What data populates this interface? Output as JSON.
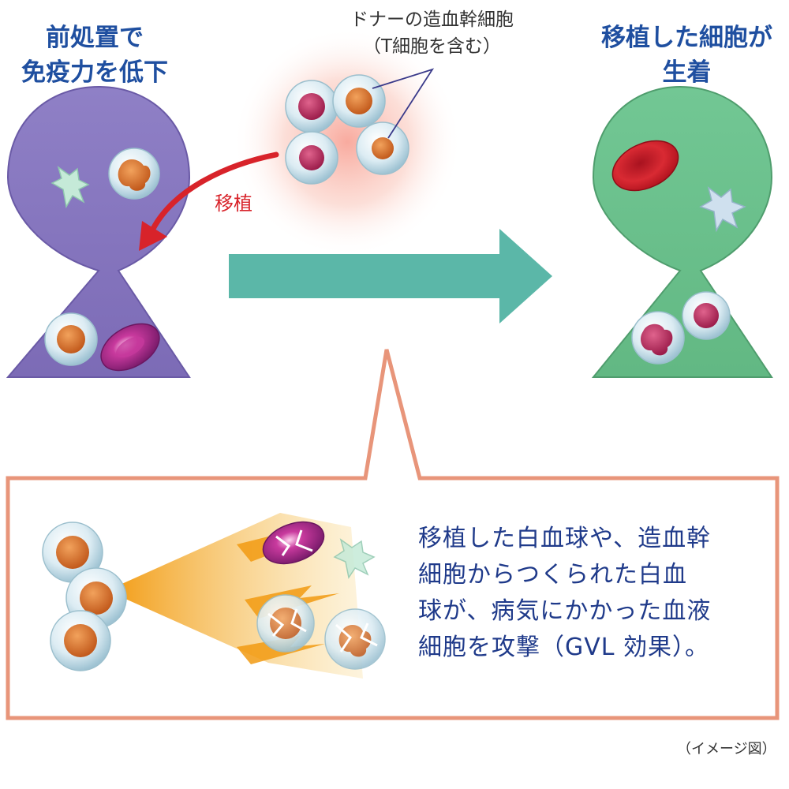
{
  "title_left": [
    "前処置で",
    "免疫力を低下"
  ],
  "title_right": [
    "移植した細胞が",
    "生着"
  ],
  "donor": [
    "ドナーの造血幹細胞",
    "（T細胞を含む）"
  ],
  "transplant_label": "移植",
  "gvl_lines": [
    "移植した白血球や、造血幹",
    "細胞からつくられた白血",
    "球が、病気にかかった血液",
    "細胞を攻撃（GVL 効果）。"
  ],
  "note": "（イメージ図）",
  "colors": {
    "patient_before": "#8a79c0",
    "patient_after": "#6ec28e",
    "arrow": "#5bb7a8",
    "callout_border": "#e8957a",
    "heading": "#1f4fa0",
    "transplant": "#d8232a",
    "gvl_text": "#1f3a8a",
    "beam": "#f2a623"
  },
  "icons": [
    "keyhole-figure",
    "donor-cell-icon",
    "t-cell-icon",
    "red-blood-cell-icon",
    "white-blood-cell-icon",
    "dendritic-cell-icon",
    "big-right-arrow",
    "attack-beam",
    "broken-cell-icon"
  ]
}
